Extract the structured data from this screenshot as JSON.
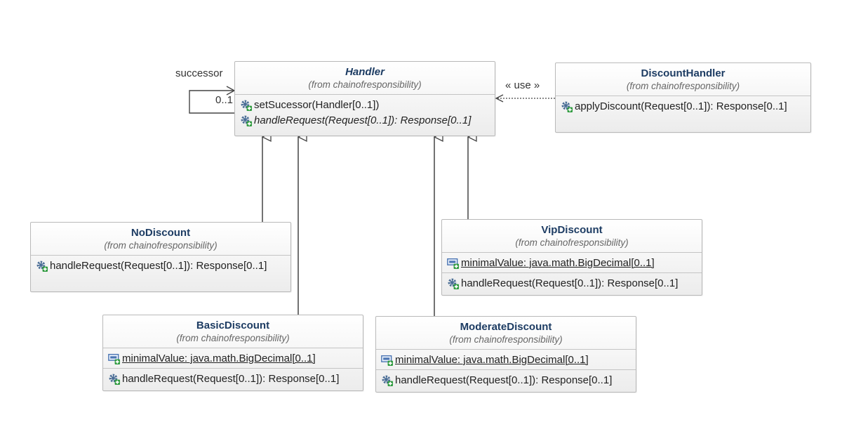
{
  "labels": {
    "successor": "successor",
    "multiplicity": "0..1",
    "use": "« use »"
  },
  "classes": {
    "handler": {
      "name": "Handler",
      "from": "(from chainofresponsibility)",
      "methods": [
        "setSucessor(Handler[0..1])",
        "handleRequest(Request[0..1]): Response[0..1]"
      ]
    },
    "discounthandler": {
      "name": "DiscountHandler",
      "from": "(from chainofresponsibility)",
      "methods": [
        "applyDiscount(Request[0..1]): Response[0..1]"
      ]
    },
    "nodiscount": {
      "name": "NoDiscount",
      "from": "(from chainofresponsibility)",
      "methods": [
        "handleRequest(Request[0..1]): Response[0..1]"
      ]
    },
    "vipdiscount": {
      "name": "VipDiscount",
      "from": "(from chainofresponsibility)",
      "attributes": [
        "minimalValue: java.math.BigDecimal[0..1]"
      ],
      "methods": [
        "handleRequest(Request[0..1]): Response[0..1]"
      ]
    },
    "basicdiscount": {
      "name": "BasicDiscount",
      "from": "(from chainofresponsibility)",
      "attributes": [
        "minimalValue: java.math.BigDecimal[0..1]"
      ],
      "methods": [
        "handleRequest(Request[0..1]): Response[0..1]"
      ]
    },
    "moderatediscount": {
      "name": "ModerateDiscount",
      "from": "(from chainofresponsibility)",
      "attributes": [
        "minimalValue: java.math.BigDecimal[0..1]"
      ],
      "methods": [
        "handleRequest(Request[0..1]): Response[0..1]"
      ]
    }
  },
  "colors": {
    "class_name": "#1d3c63",
    "edge": "#444444",
    "method_icon": "#4a6d96",
    "visibility_badge": "#2e9a3e",
    "attribute_icon": "#4a74b2"
  },
  "icons": {
    "method": "method-gear-icon",
    "attribute": "attribute-field-icon"
  }
}
